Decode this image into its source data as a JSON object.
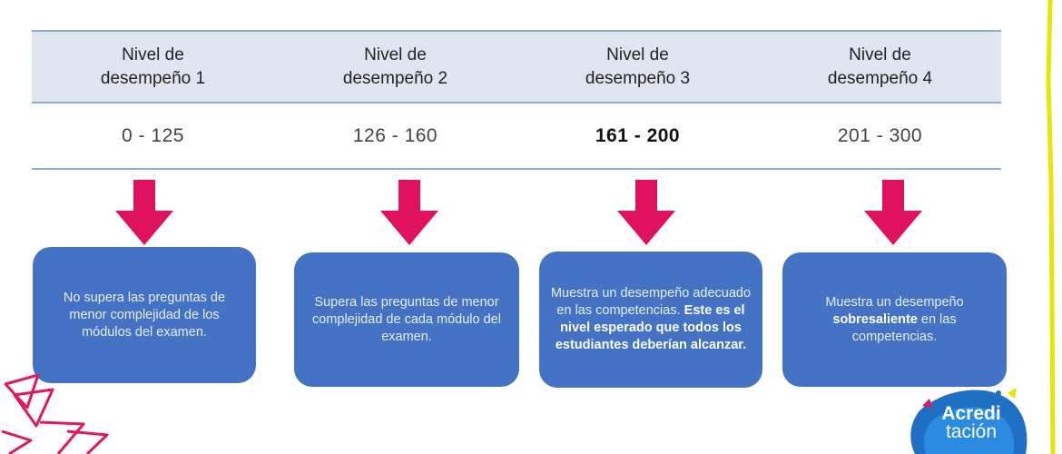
{
  "levels": [
    {
      "header_line1": "Nivel de",
      "header_line2": "desempeño 1",
      "range": "0 - 125",
      "desc_before": "No supera las preguntas de menor complejidad de los módulos del examen.",
      "desc_bold": "",
      "desc_after": ""
    },
    {
      "header_line1": "Nivel de",
      "header_line2": "desempeño 2",
      "range": "126 - 160",
      "desc_before": "Supera las preguntas de menor complejidad de cada módulo del examen.",
      "desc_bold": "",
      "desc_after": ""
    },
    {
      "header_line1": "Nivel de",
      "header_line2": "desempeño 3",
      "range": "161 - 200",
      "desc_before": "Muestra un desempeño adecuado en las competencias. ",
      "desc_bold": "Este es el nivel esperado que todos los estudiantes deberían alcanzar.",
      "desc_after": ""
    },
    {
      "header_line1": "Nivel de",
      "header_line2": "desempeño 4",
      "range": "201 - 300",
      "desc_before": "Muestra un desempeño ",
      "desc_bold": "sobresaliente",
      "desc_after": " en las competencias."
    }
  ],
  "logo_text_line1": "Acredi",
  "logo_text_line2": "tación",
  "colors": {
    "header_bg": "#dfe6f0",
    "rule": "#8eaadb",
    "arrow": "#e0115f",
    "box": "#4472c4",
    "yellow_accent": "#e6e600",
    "pink_decor": "#e0185e"
  }
}
